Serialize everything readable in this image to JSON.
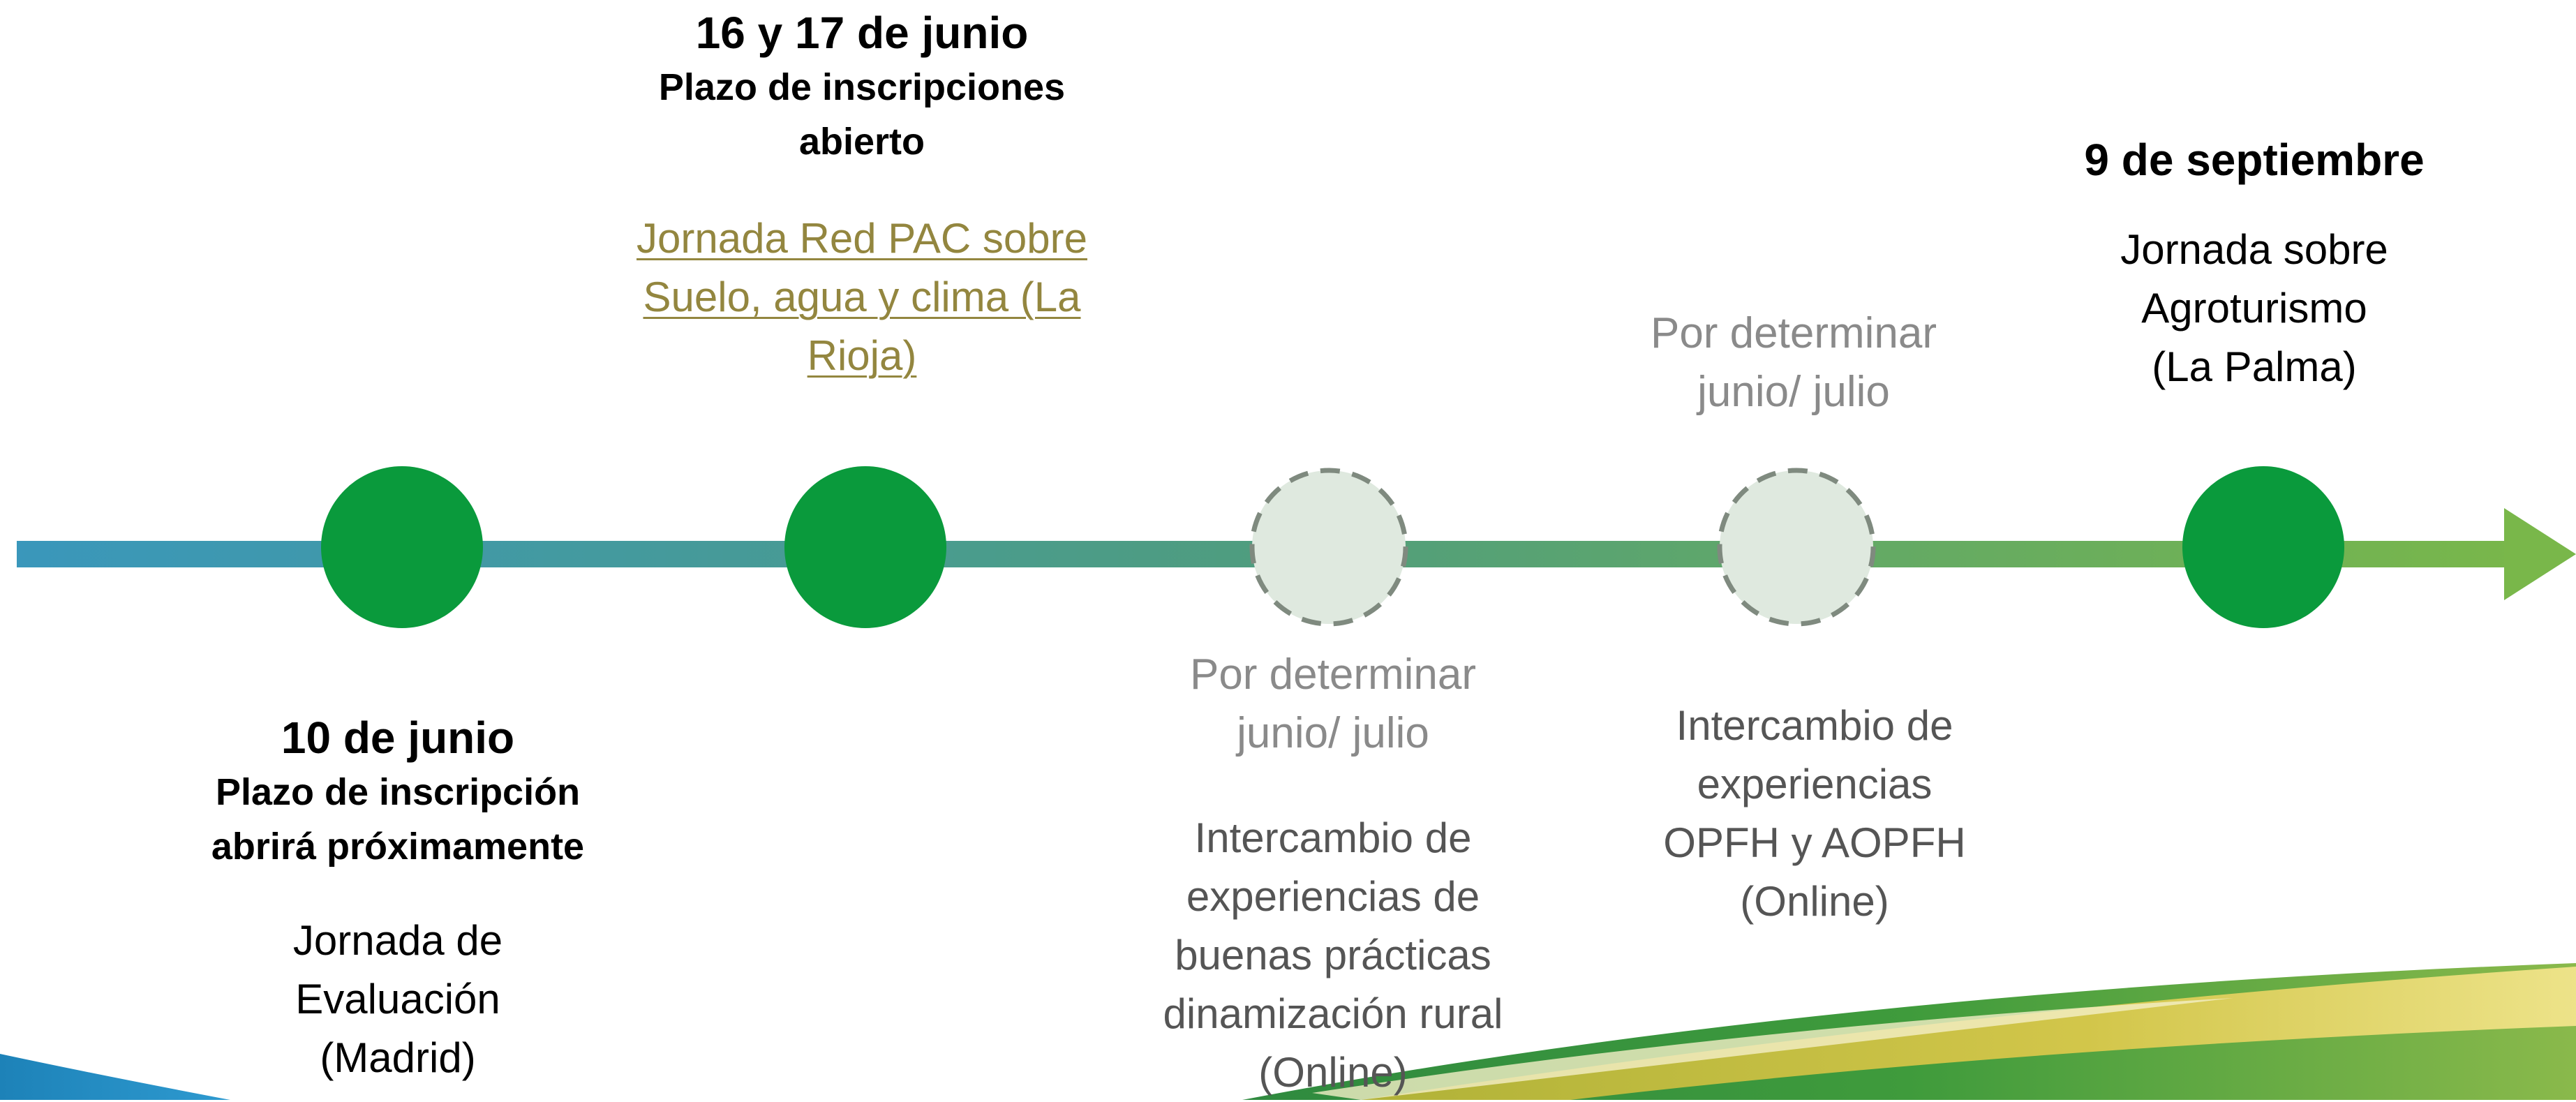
{
  "colors": {
    "line_start": "#3a97bb",
    "line_end": "#79b74a",
    "milestone_done": "#0a9a3c",
    "milestone_pending_fill": "#dfe9df",
    "milestone_pending_stroke": "#7f8a7f",
    "link": "#93863f"
  },
  "events": [
    {
      "status": "confirmed",
      "date": "10 de junio",
      "note_lines": [
        "Plazo de inscripción",
        "abrirá próximamente"
      ],
      "title_lines": [
        "Jornada de",
        "Evaluación",
        "(Madrid)"
      ]
    },
    {
      "status": "confirmed",
      "date": "16 y 17 de junio",
      "note_lines": [
        "Plazo de inscripciones",
        "abierto"
      ],
      "title_lines": [
        "Jornada Red PAC sobre",
        "Suelo, agua y clima (La",
        "Rioja)"
      ],
      "title_is_link": true
    },
    {
      "status": "pending",
      "date_lines": [
        "Por determinar",
        "junio/ julio"
      ],
      "title_lines": [
        "Intercambio de",
        "experiencias de",
        "buenas prácticas",
        "dinamización rural",
        "(Online)"
      ]
    },
    {
      "status": "pending",
      "date_lines": [
        "Por determinar",
        "junio/ julio"
      ],
      "title_lines": [
        "Intercambio de",
        "experiencias",
        "OPFH y AOPFH",
        "(Online)"
      ]
    },
    {
      "status": "confirmed",
      "date": "9 de septiembre",
      "title_lines": [
        "Jornada sobre",
        "Agroturismo",
        "(La Palma)"
      ]
    }
  ]
}
